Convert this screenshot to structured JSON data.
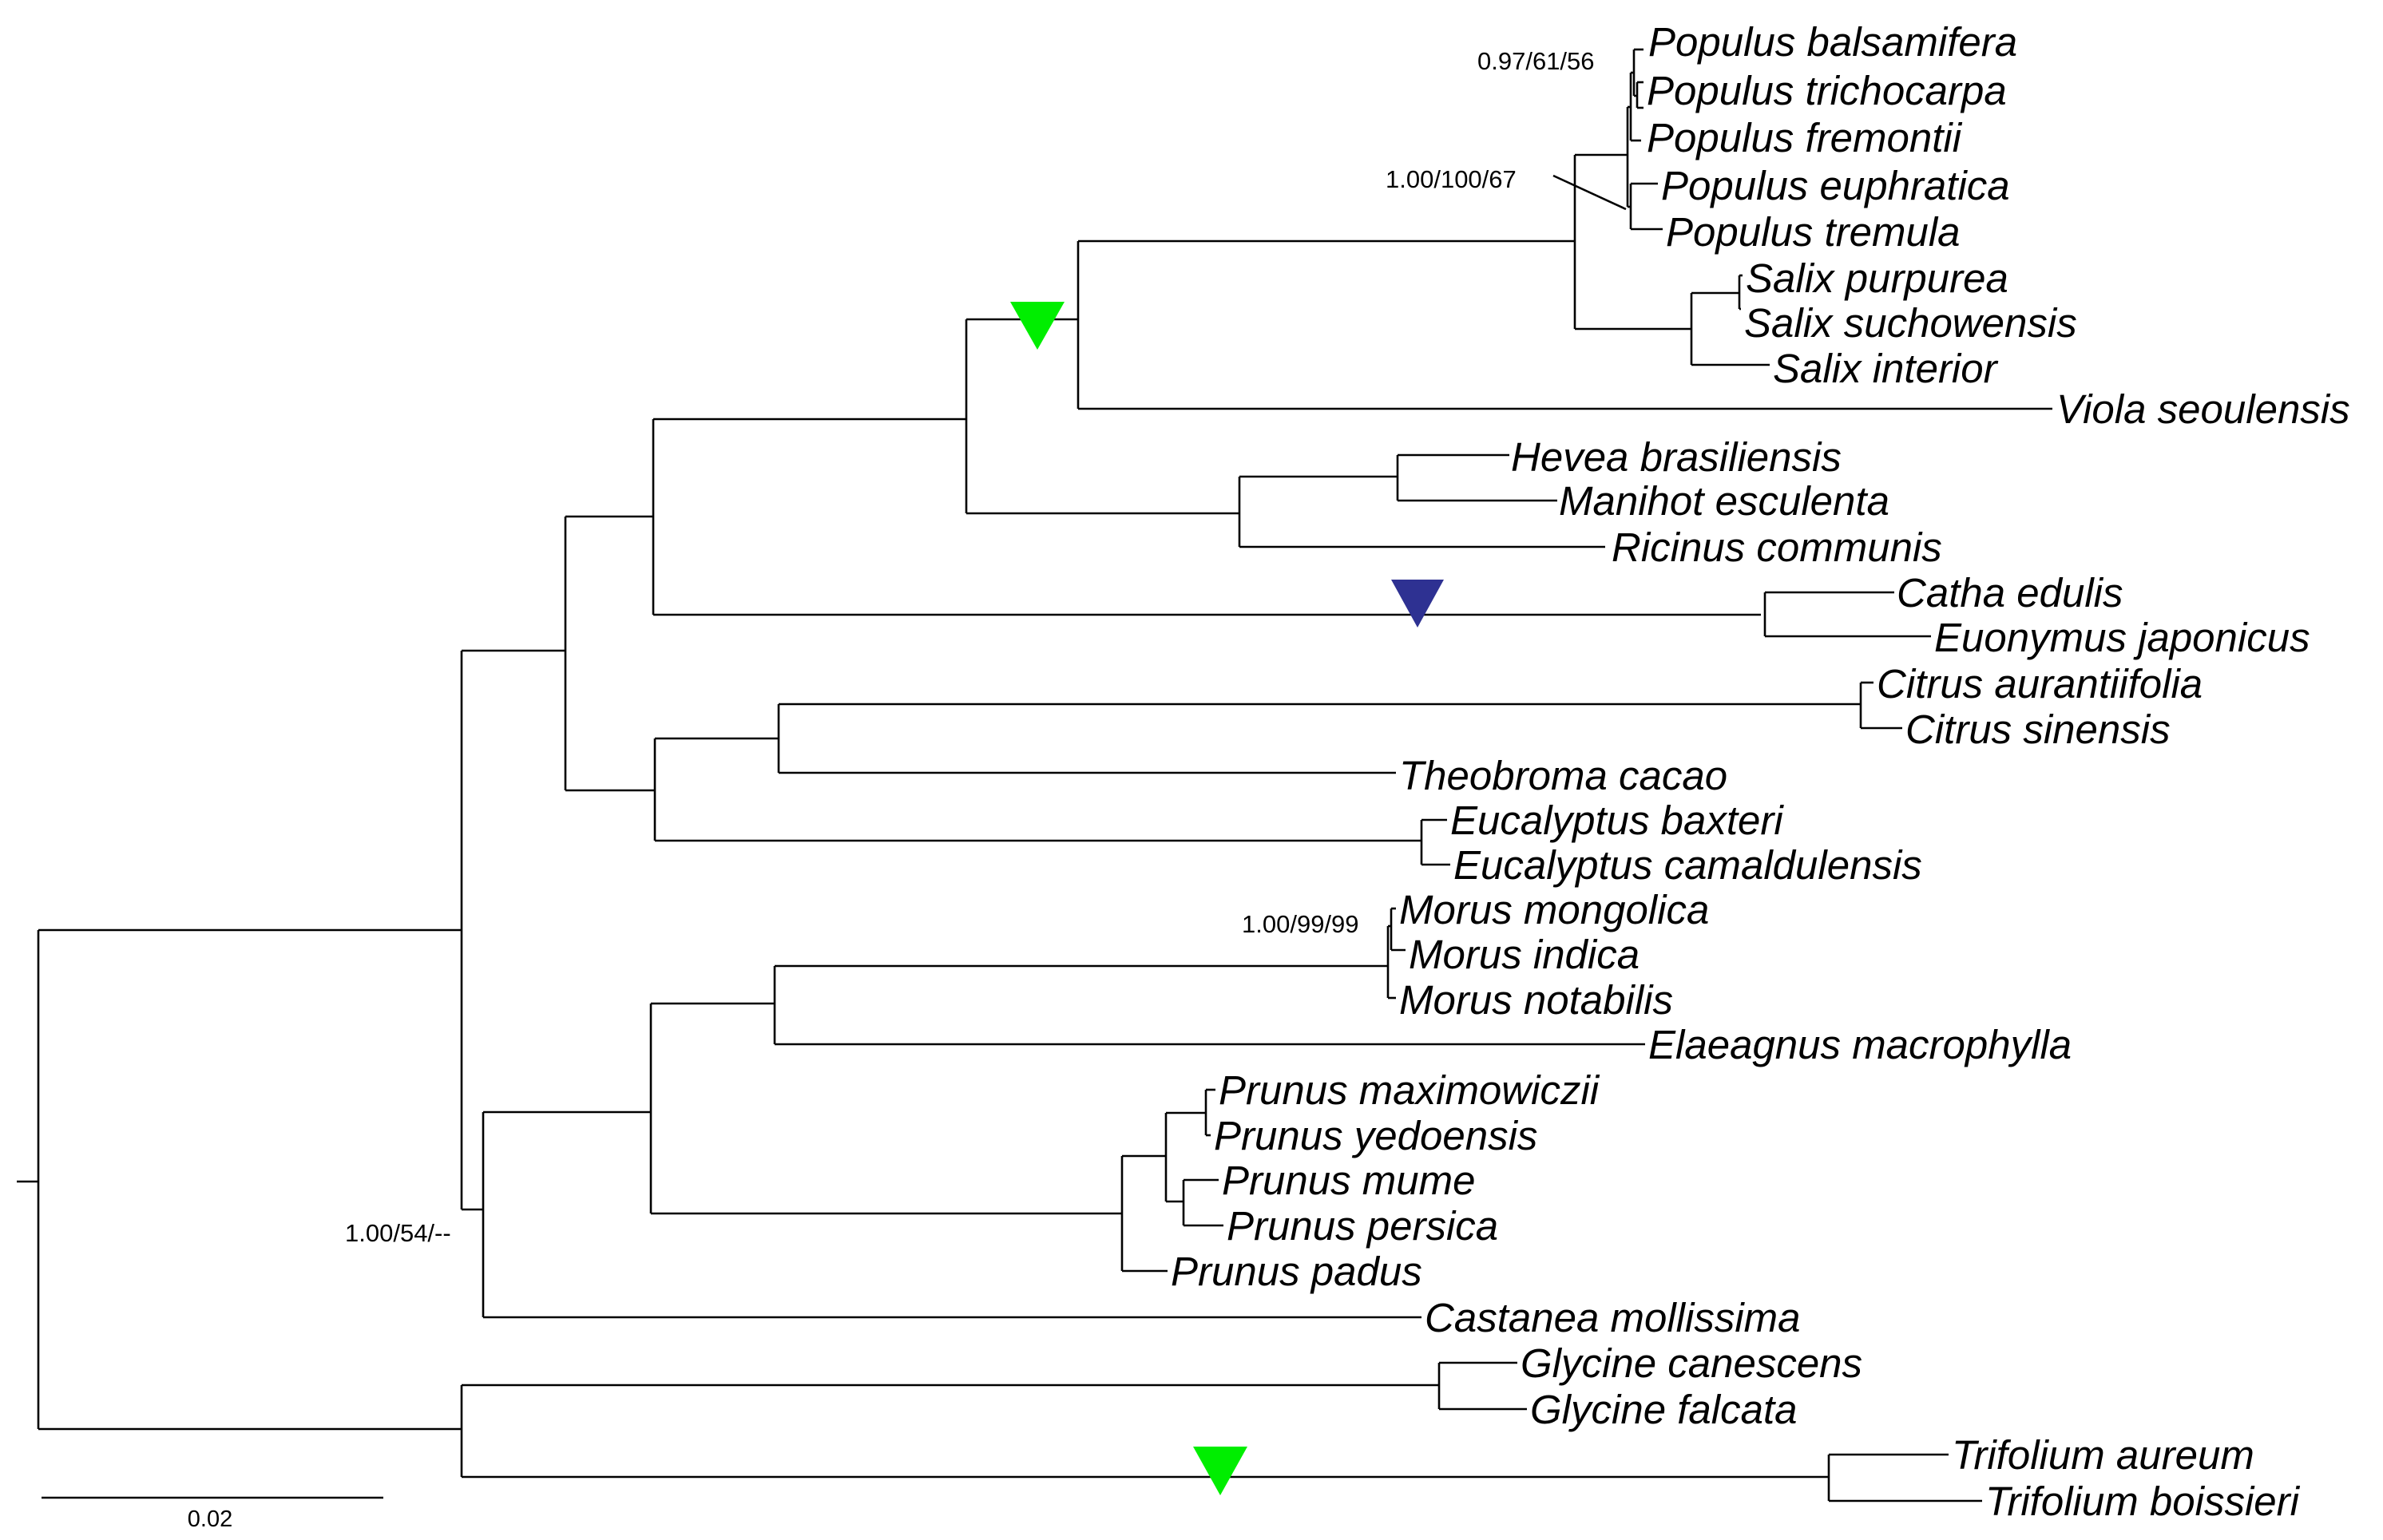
{
  "tree": {
    "taxa": [
      "Populus balsamifera",
      "Populus trichocarpa",
      "Populus fremontii",
      "Populus euphratica",
      "Populus tremula",
      "Salix purpurea",
      "Salix suchowensis",
      "Salix interior",
      "Viola seoulensis",
      "Hevea brasiliensis",
      "Manihot esculenta",
      "Ricinus communis",
      "Catha edulis",
      "Euonymus japonicus",
      "Citrus aurantiifolia",
      "Citrus sinensis",
      "Theobroma cacao",
      "Eucalyptus baxteri",
      "Eucalyptus camaldulensis",
      "Morus mongolica",
      "Morus indica",
      "Morus notabilis",
      "Elaeagnus macrophylla",
      "Prunus maximowiczii",
      "Prunus yedoensis",
      "Prunus mume",
      "Prunus persica",
      "Prunus padus",
      "Castanea mollissima",
      "Glycine canescens",
      "Glycine falcata",
      "Trifolium aureum",
      "Trifolium boissieri"
    ],
    "support_values": [
      "0.97/61/56",
      "1.00/100/67",
      "1.00/99/99",
      "1.00/54/--"
    ],
    "scale_bar": "0.02"
  },
  "markers": [
    {
      "name": "green-triangle-marker",
      "color": "#00ee00"
    },
    {
      "name": "blue-triangle-marker",
      "color": "#2e3192"
    },
    {
      "name": "green-triangle-marker-trifolium",
      "color": "#00ee00"
    }
  ]
}
